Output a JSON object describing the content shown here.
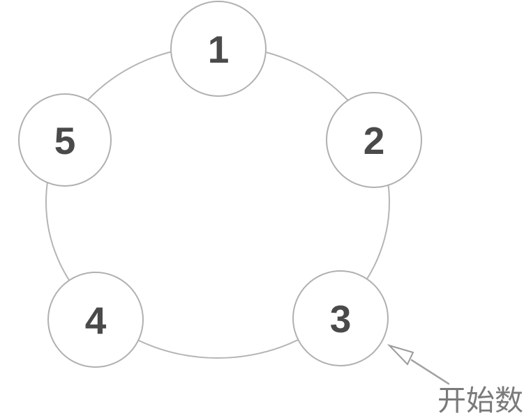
{
  "diagram": {
    "type": "counting-circle",
    "description": "Five numbered nodes arranged clockwise on a ring; an arrow marks the node where counting starts.",
    "nodes": [
      {
        "id": "node-1",
        "label": "1",
        "position": "top"
      },
      {
        "id": "node-2",
        "label": "2",
        "position": "upper-right"
      },
      {
        "id": "node-3",
        "label": "3",
        "position": "lower-right"
      },
      {
        "id": "node-4",
        "label": "4",
        "position": "lower-left"
      },
      {
        "id": "node-5",
        "label": "5",
        "position": "upper-left"
      }
    ],
    "node_order_clockwise": [
      "1",
      "2",
      "3",
      "4",
      "5"
    ],
    "annotation": {
      "text": "开始数",
      "meaning": "start counting",
      "points_to_node": "3"
    },
    "colors": {
      "background": "#ffffff",
      "ring_stroke": "#b5b5b5",
      "node_stroke": "#b0b0b0",
      "node_fill": "#ffffff",
      "number_text": "#4a4a4a",
      "arrow": "#9b9b9b",
      "annotation_text": "#7a7a7a"
    }
  }
}
